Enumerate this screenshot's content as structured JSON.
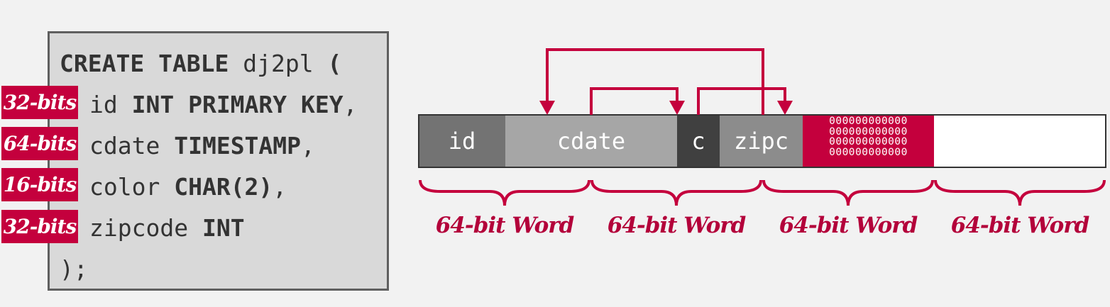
{
  "sql": {
    "line1": {
      "kw1": "CREATE TABLE",
      "name": " dj2pl ",
      "paren": "("
    },
    "line2": {
      "col": "id ",
      "type": "INT PRIMARY KEY",
      "end": ","
    },
    "line3": {
      "col": "cdate ",
      "type": "TIMESTAMP",
      "end": ","
    },
    "line4": {
      "col": "color ",
      "type": "CHAR(2)",
      "end": ","
    },
    "line5": {
      "col": "zipcode ",
      "type": "INT",
      "end": ""
    },
    "line6": ");"
  },
  "tags": [
    "32-bits",
    "64-bits",
    "16-bits",
    "32-bits"
  ],
  "segments": [
    "id",
    "cdate",
    "c",
    "zipc"
  ],
  "padding_bits": [
    "000000000000",
    "000000000000",
    "000000000000",
    "000000000000"
  ],
  "words": [
    "64-bit Word",
    "64-bit Word",
    "64-bit Word",
    "64-bit Word"
  ],
  "colors": {
    "accent": "#c4003d",
    "box": "#d9d9d9"
  }
}
